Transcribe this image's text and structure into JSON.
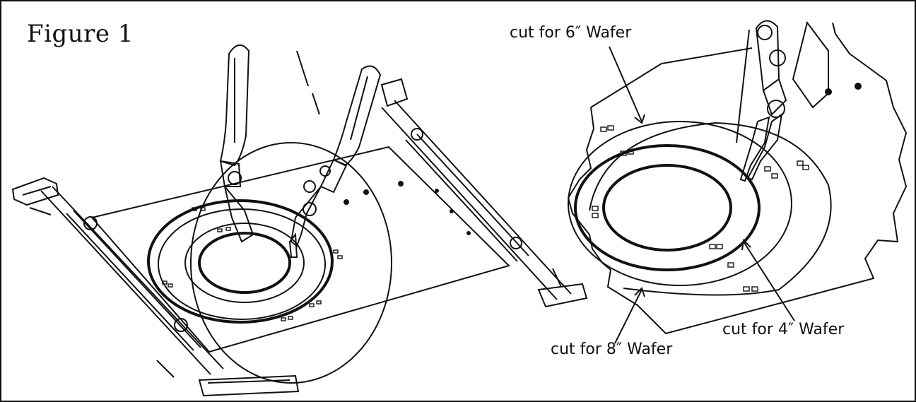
{
  "figure": {
    "title": "Figure 1",
    "callouts": {
      "wafer_6": "cut for 6″ Wafer",
      "wafer_4": "cut for 4″ Wafer",
      "wafer_8": "cut for 8″ Wafer"
    }
  },
  "colors": {
    "line": "#111111",
    "background": "#ffffff"
  }
}
